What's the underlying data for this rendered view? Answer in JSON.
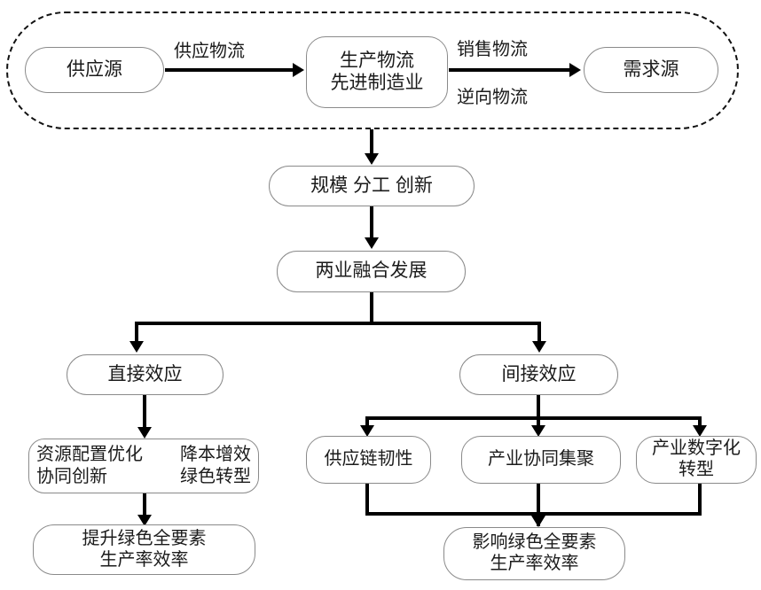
{
  "diagram": {
    "type": "flowchart",
    "title_text_present": false,
    "colors": {
      "node_border": "#8a8a8a",
      "group_border": "#111111",
      "connector": "#000000",
      "text": "#1b1b1b",
      "background": "#ffffff"
    },
    "logistics_group": {
      "name": "logistics-system-group",
      "style": "dashed-rounded-container",
      "nodes": {
        "supply_source": "供应源",
        "manufacturing": "生产物流\n先进制造业",
        "demand_source": "需求源"
      },
      "edge_labels": {
        "supply_logistics": "供应物流",
        "sales_logistics": "销售物流",
        "reverse_logistics": "逆向物流"
      }
    },
    "mechanism": {
      "drivers": "规模 分工 创新",
      "integration": "两业融合发展"
    },
    "branches": {
      "direct": {
        "label": "直接效应",
        "items": [
          "资源配置优化",
          "降本增效",
          "协同创新",
          "绿色转型"
        ],
        "outcome": "提升绿色全要素\n生产率效率"
      },
      "indirect": {
        "label": "间接效应",
        "channels": [
          "供应链韧性",
          "产业协同集聚",
          "产业数字化\n转型"
        ],
        "outcome": "影响绿色全要素\n生产率效率"
      }
    }
  }
}
